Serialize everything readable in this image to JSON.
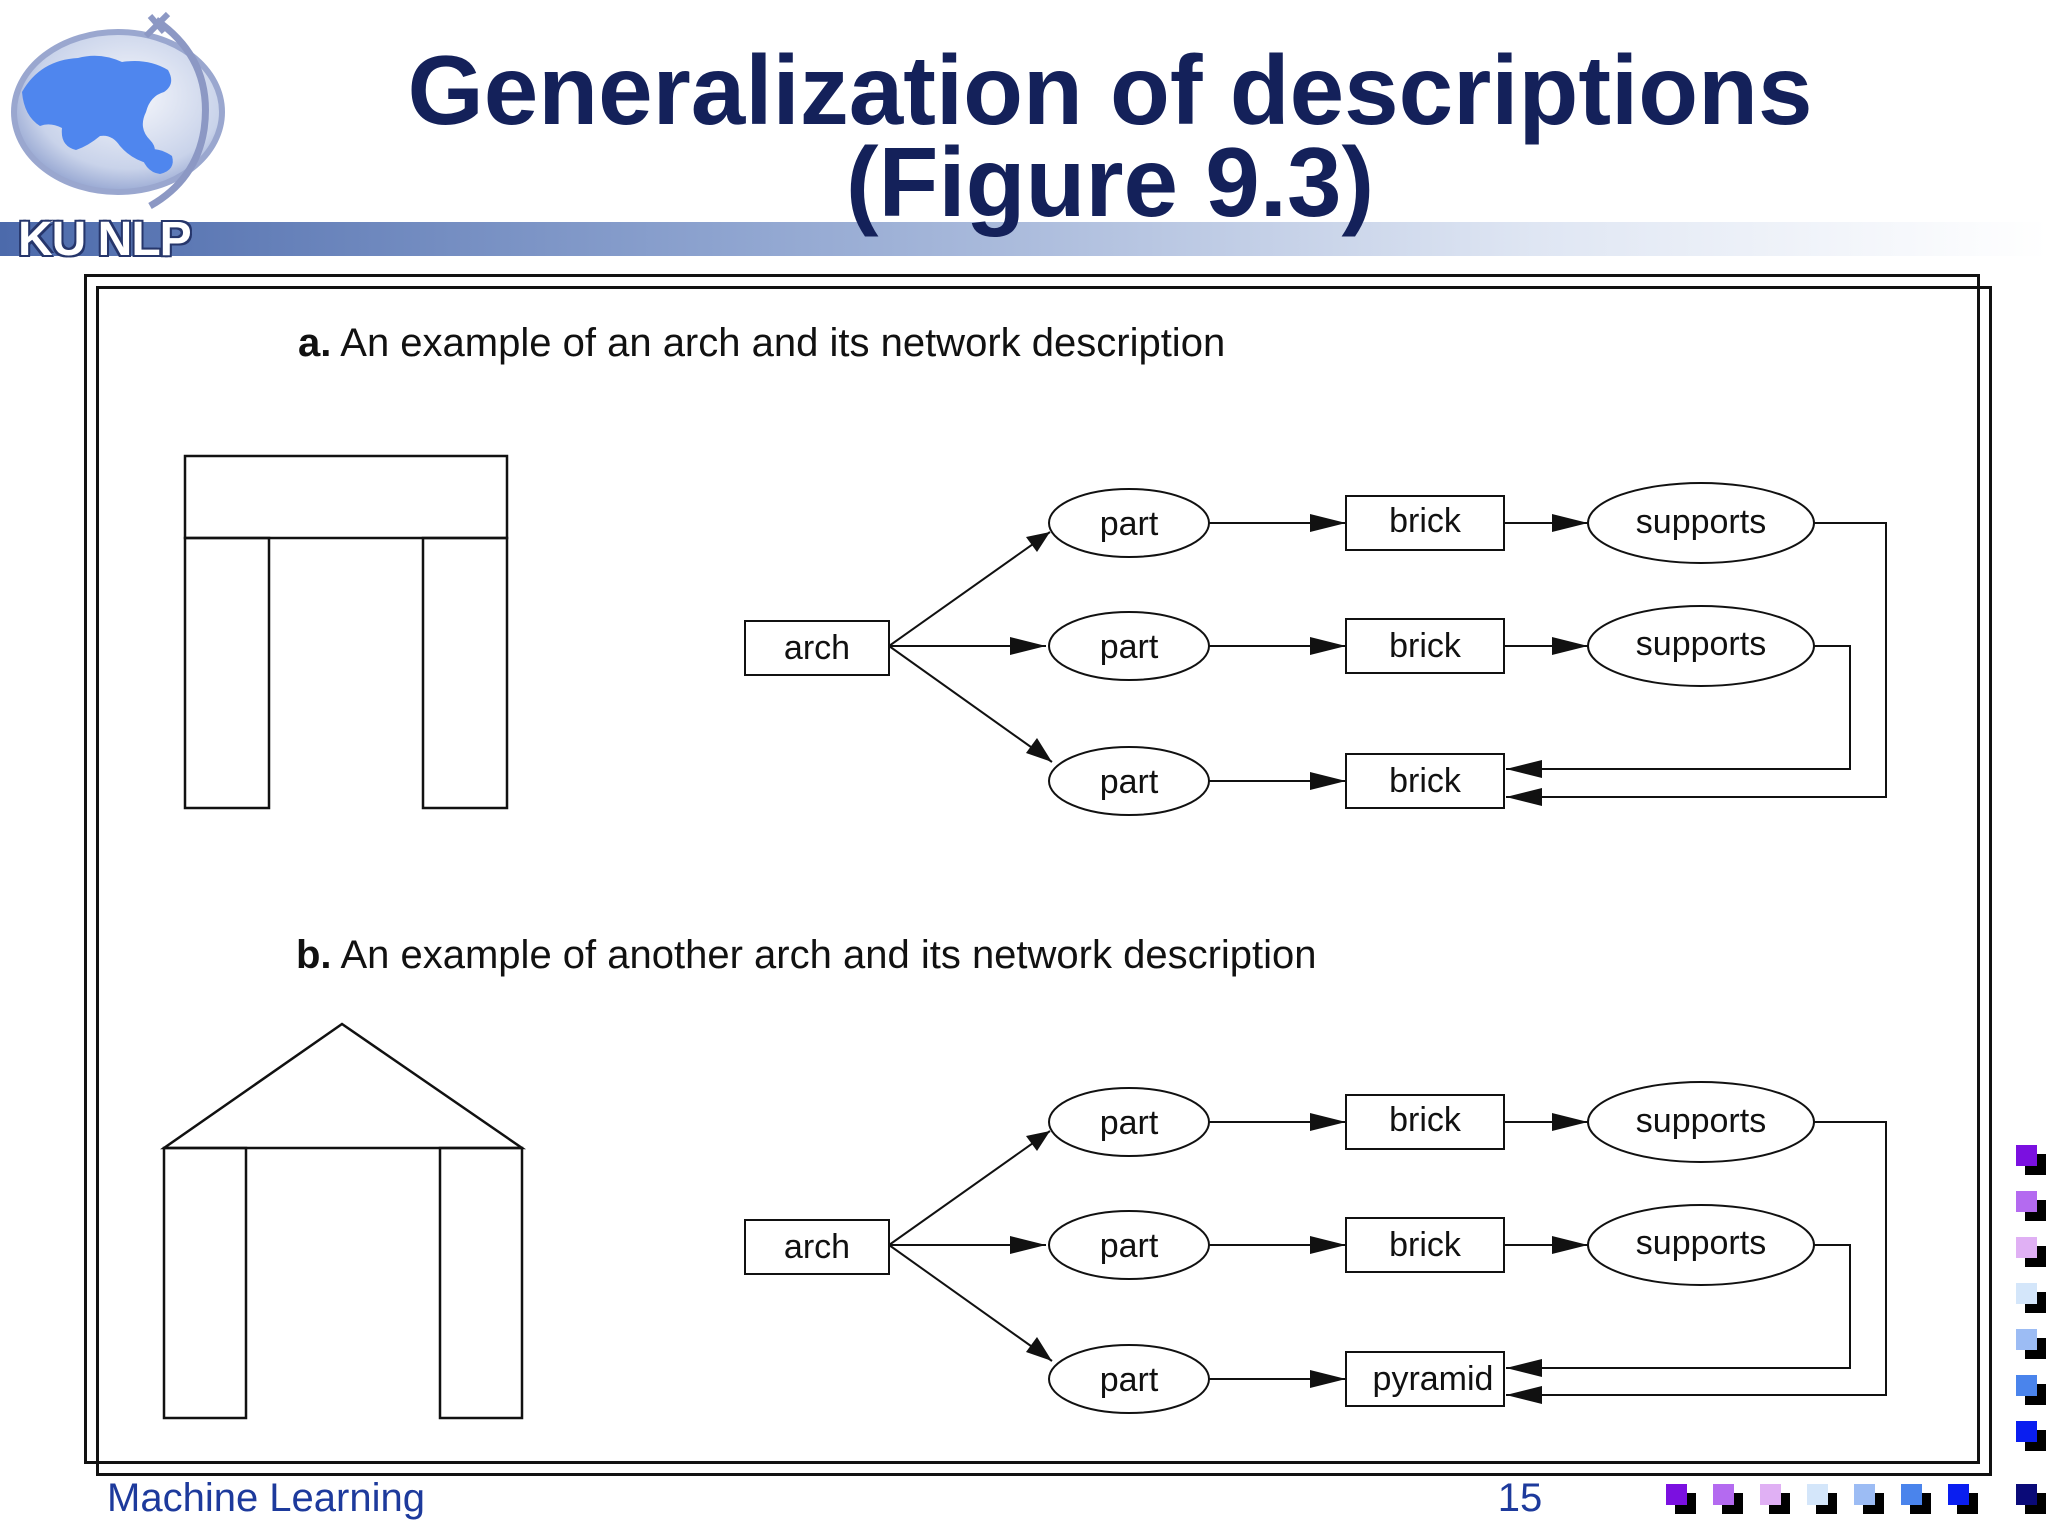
{
  "slide": {
    "title_line1": "Generalization of descriptions",
    "title_line2": "(Figure 9.3)",
    "logo_text": "KU NLP",
    "footer_left": "Machine Learning",
    "page_number": "15"
  },
  "figure": {
    "panel_a": {
      "letter": "a.",
      "caption": "An example of an arch and its network description",
      "root": "arch",
      "parts": [
        "part",
        "part",
        "part"
      ],
      "objects": [
        "brick",
        "brick",
        "brick"
      ],
      "relations": [
        "supports",
        "supports"
      ]
    },
    "panel_b": {
      "letter": "b.",
      "caption": "An example of another arch and its network description",
      "root": "arch",
      "parts": [
        "part",
        "part",
        "part"
      ],
      "objects": [
        "brick",
        "brick",
        "pyramid"
      ],
      "relations": [
        "supports",
        "supports"
      ]
    }
  },
  "decor": {
    "square_colors": [
      "#7b10e0",
      "#b46af0",
      "#e0b0f4",
      "#d4e6fa",
      "#9cbcf4",
      "#4a84ec",
      "#0a1ef0",
      "#0a0a78"
    ]
  }
}
